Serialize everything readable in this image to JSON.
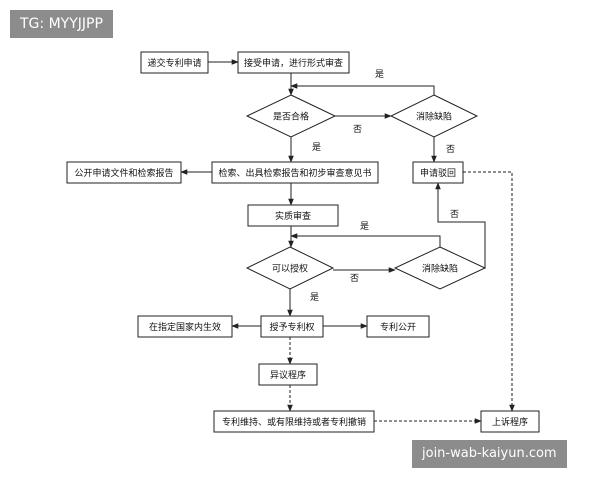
{
  "watermarks": {
    "top": "TG: MYYJJPP",
    "bottom": "join-wab-kaiyun.com"
  },
  "colors": {
    "stroke": "#222222",
    "background": "#ffffff",
    "watermark_bg": "#787878"
  },
  "nodes": [
    {
      "id": "submit",
      "shape": "rect",
      "label": "递交专利申请"
    },
    {
      "id": "accept",
      "shape": "rect",
      "label": "接受申请，进行形式审查"
    },
    {
      "id": "qualified",
      "shape": "diamond",
      "label": "是否合格"
    },
    {
      "id": "fix1",
      "shape": "diamond",
      "label": "消除缺陷"
    },
    {
      "id": "search",
      "shape": "rect",
      "label": "检索、出具检索报告和初步审查意见书"
    },
    {
      "id": "publish_app",
      "shape": "rect",
      "label": "公开申请文件和检索报告"
    },
    {
      "id": "reject",
      "shape": "rect",
      "label": "申请驳回"
    },
    {
      "id": "substantive",
      "shape": "rect",
      "label": "实质审查"
    },
    {
      "id": "grantable",
      "shape": "diamond",
      "label": "可以授权"
    },
    {
      "id": "fix2",
      "shape": "diamond",
      "label": "消除缺陷"
    },
    {
      "id": "grant",
      "shape": "rect",
      "label": "授予专利权"
    },
    {
      "id": "effective",
      "shape": "rect",
      "label": "在指定国家内生效"
    },
    {
      "id": "publish_patent",
      "shape": "rect",
      "label": "专利公开"
    },
    {
      "id": "opposition",
      "shape": "rect",
      "label": "异议程序"
    },
    {
      "id": "maintain",
      "shape": "rect",
      "label": "专利维持、或有限维持或者专利撤销"
    },
    {
      "id": "appeal",
      "shape": "rect",
      "label": "上诉程序"
    }
  ],
  "edges": [
    {
      "id": "submit-accept",
      "style": "solid",
      "label": ""
    },
    {
      "id": "accept-qualified",
      "style": "solid",
      "label": ""
    },
    {
      "id": "qualified-fix1",
      "style": "solid",
      "label": "否"
    },
    {
      "id": "fix1-accept",
      "style": "solid",
      "label": "是"
    },
    {
      "id": "qualified-search",
      "style": "solid",
      "label": "是"
    },
    {
      "id": "fix1-reject",
      "style": "solid",
      "label": "否"
    },
    {
      "id": "search-publish",
      "style": "solid",
      "label": ""
    },
    {
      "id": "search-substantive",
      "style": "solid",
      "label": ""
    },
    {
      "id": "substantive-grantable",
      "style": "solid",
      "label": ""
    },
    {
      "id": "grantable-fix2",
      "style": "solid",
      "label": "否"
    },
    {
      "id": "fix2-grantable",
      "style": "solid",
      "label": "是"
    },
    {
      "id": "fix2-reject",
      "style": "solid",
      "label": "否"
    },
    {
      "id": "grantable-grant",
      "style": "solid",
      "label": "是"
    },
    {
      "id": "grant-effective",
      "style": "solid",
      "label": ""
    },
    {
      "id": "grant-publish",
      "style": "solid",
      "label": ""
    },
    {
      "id": "grant-opposition",
      "style": "dashed",
      "label": ""
    },
    {
      "id": "opposition-maintain",
      "style": "dashed",
      "label": ""
    },
    {
      "id": "maintain-appeal",
      "style": "dashed",
      "label": ""
    },
    {
      "id": "reject-appeal",
      "style": "dashed",
      "label": ""
    }
  ]
}
